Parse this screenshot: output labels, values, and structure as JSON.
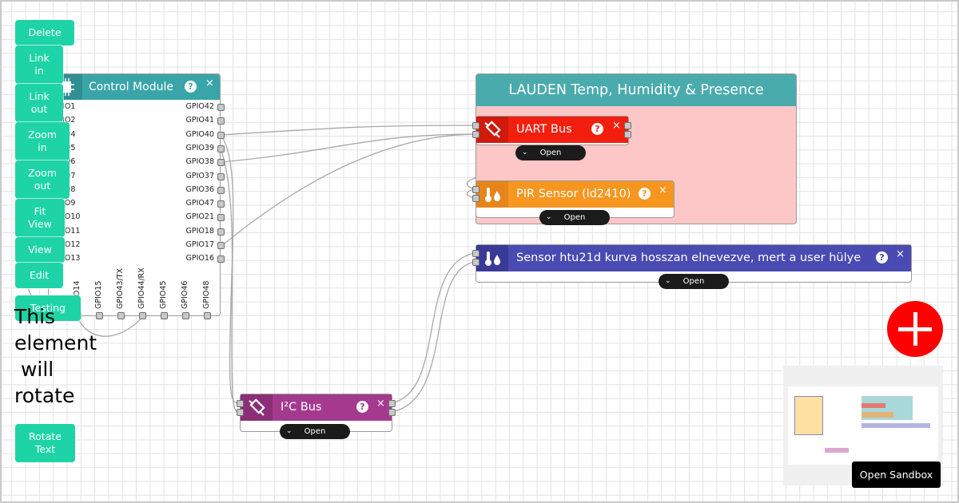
{
  "toolbar": {
    "delete": "Delete",
    "link_in": "Link\nin",
    "link_out": "Link\nout",
    "zoom_in": "Zoom\nin",
    "zoom_out": "Zoom\nout",
    "fit_view": "Fit\nView",
    "view": "View",
    "edit": "Edit",
    "testing": "Testing",
    "rotate_text": "Rotate\nText"
  },
  "rotate_demo_text": "This\nelement\n will\nrotate",
  "control_module": {
    "title": "Control Module",
    "help": "?",
    "close": "×",
    "left_pins": [
      "GPIO1",
      "GPIO2",
      "GPIO4",
      "GPIO5",
      "GPIO6",
      "GPIO7",
      "GPIO8",
      "GPIO9",
      "GPIO10",
      "GPIO11",
      "GPIO12",
      "GPIO13"
    ],
    "right_pins": [
      "GPIO42",
      "GPIO41",
      "GPIO40",
      "GPIO39",
      "GPIO38",
      "GPIO37",
      "GPIO36",
      "GPIO47",
      "GPIO21",
      "GPIO18",
      "GPIO17",
      "GPIO16"
    ],
    "bottom_pins": [
      "GPIO14",
      "GPIO15",
      "GPIO43/TX",
      "GPIO44/RX",
      "GPIO45",
      "GPIO46",
      "GPIO48"
    ]
  },
  "group": {
    "title": "LAUDEN Temp, Humidity & Presence"
  },
  "nodes": {
    "uart": {
      "title": "UART Bus",
      "help": "?",
      "close": "×",
      "open": "Open",
      "color": "#f21f0f"
    },
    "pir": {
      "title": "PIR Sensor (ld2410)",
      "help": "?",
      "close": "×",
      "open": "Open",
      "color": "#f7961f"
    },
    "htu": {
      "title": "Sensor htu21d kurva hosszan elnevezve, mert a user hülye",
      "help": "?",
      "close": "×",
      "open": "Open",
      "color": "#4a4bb2"
    },
    "i2c": {
      "title": "I²C Bus",
      "help": "?",
      "close": "×",
      "open": "Open",
      "color": "#a43a8e"
    }
  },
  "minimap": {
    "open_sandbox": "Open Sandbox"
  },
  "colors": {
    "accent": "#1ed4a6",
    "add_button": "#ff0000",
    "group_bg": "#fec7c7",
    "header_teal": "#3aa5a8"
  }
}
